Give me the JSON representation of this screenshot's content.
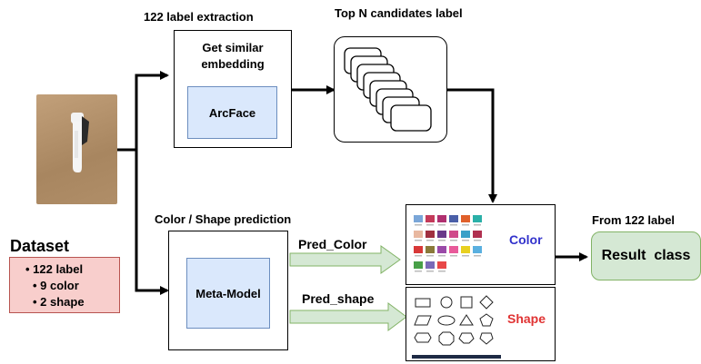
{
  "labels": {
    "label_extraction": "122 label extraction",
    "top_n": "Top N candidates label",
    "color_shape_prediction": "Color / Shape prediction",
    "from_122": "From 122 label",
    "pred_color": "Pred_Color",
    "pred_shape": "Pred_shape"
  },
  "boxes": {
    "similar_embedding": "Get similar\nembedding",
    "arcface": "ArcFace",
    "meta_model": "Meta-Model",
    "result_class": "Result  class"
  },
  "panels": {
    "color": "Color",
    "shape": "Shape"
  },
  "dataset": {
    "title": "Dataset",
    "items": [
      "• 122 label",
      "• 9 color",
      "• 2 shape"
    ]
  },
  "colors": {
    "inner_fill": "#dae8fc",
    "inner_border": "#6c8ebf",
    "result_fill": "#d5e8d4",
    "result_border": "#82b366",
    "dataset_fill": "#f8cecc",
    "dataset_border": "#b85450",
    "color_text": "#3333cc",
    "shape_text": "#e03333",
    "arrow_fill": "#d5e8d4",
    "arrow_border": "#82b366",
    "photo_bg": "#b39269"
  }
}
